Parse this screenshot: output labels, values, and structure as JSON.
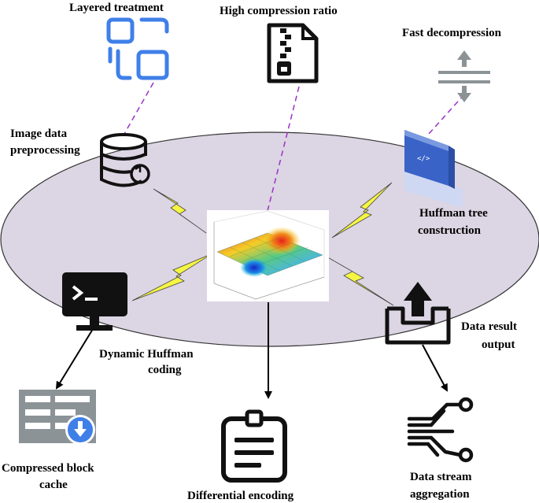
{
  "labels": {
    "layered_treatment": "Layered treatment",
    "high_compression_ratio": "High compression ratio",
    "fast_decompression": "Fast decompression",
    "image_data_preprocessing_line1": "Image data",
    "image_data_preprocessing_line2": "preprocessing",
    "huffman_tree_line1": "Huffman tree",
    "huffman_tree_line2": "construction",
    "data_result_output_line1": "Data result",
    "data_result_output_line2": "output",
    "dynamic_huffman_line1": "Dynamic Huffman",
    "dynamic_huffman_line2": "coding",
    "compressed_block_cache_line1": "Compressed block",
    "compressed_block_cache_line2": "cache",
    "differential_encoding": "Differential encoding",
    "data_stream_aggregation_line1": "Data stream",
    "data_stream_aggregation_line2": "aggregation"
  },
  "colors": {
    "ellipse_fill": "#dcd5e3",
    "ellipse_stroke": "#333333",
    "dashed_line": "#9b30c8",
    "lightning": "#f5f542",
    "blue_icon": "#3f7fe8",
    "gray_icon": "#8c9396",
    "arrow": "#000000"
  },
  "icons": {
    "layered_treatment": "layered-blocks-icon",
    "high_compression_ratio": "zip-file-icon",
    "fast_decompression": "expand-arrows-icon",
    "image_data_preprocessing": "database-sync-icon",
    "huffman_tree_construction": "code-window-icon",
    "data_result_output": "upload-tray-icon",
    "dynamic_huffman_coding": "terminal-monitor-icon",
    "compressed_block_cache": "cache-download-icon",
    "differential_encoding": "clipboard-icon",
    "data_stream_aggregation": "circuit-merge-icon",
    "center": "3d-surface-plot"
  }
}
